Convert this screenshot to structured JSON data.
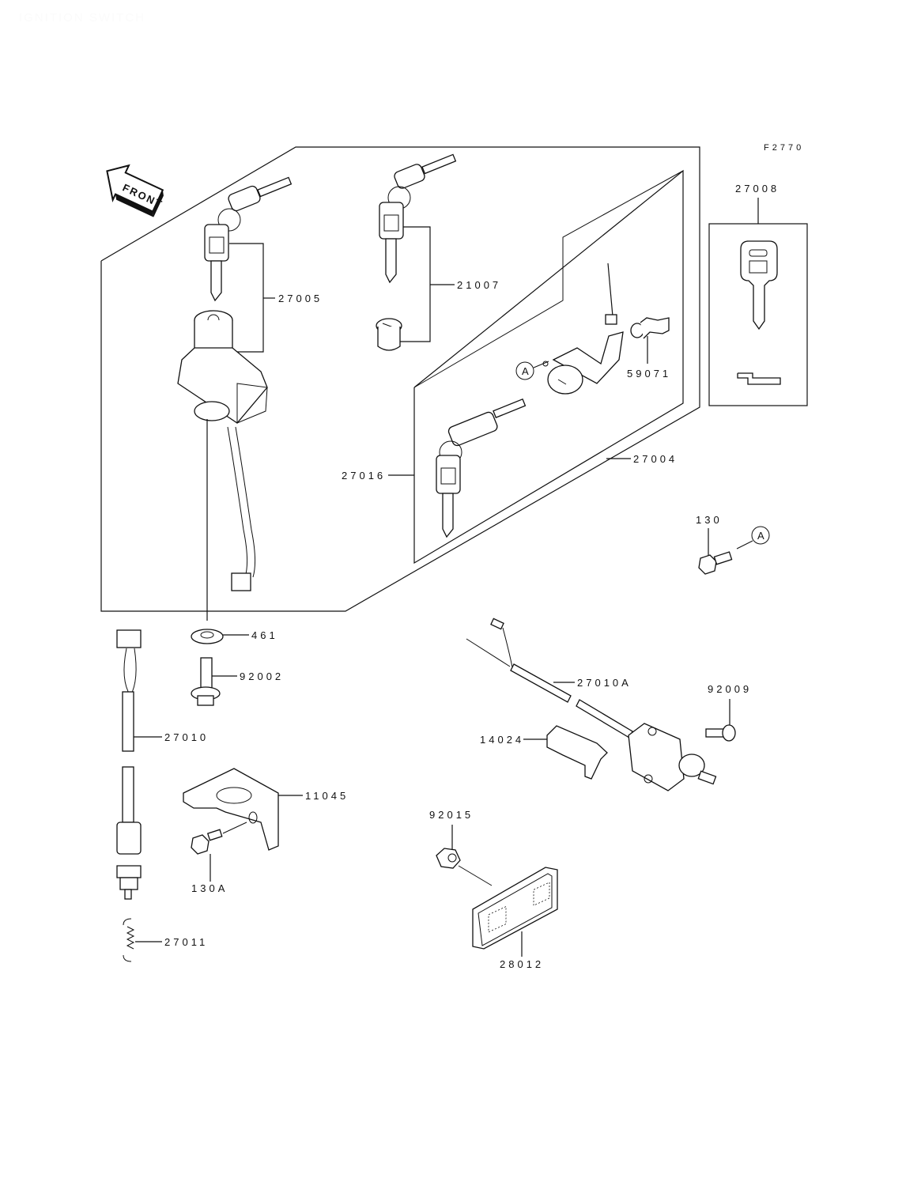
{
  "header": {
    "title": "IGNITION SWITCH",
    "figure_code": "F2770"
  },
  "direction_marker": {
    "label": "FRONT",
    "icon": "front-arrow-icon"
  },
  "callouts": {
    "p27005": "27005",
    "p21007": "21007",
    "p27008": "27008",
    "p59071": "59071",
    "p27016": "27016",
    "p27004": "27004",
    "p130": "130",
    "p461": "461",
    "p92002": "92002",
    "p27010": "27010",
    "p27010A": "27010A",
    "p92009": "92009",
    "p14024": "14024",
    "p11045": "11045",
    "p130A": "130A",
    "p92015": "92015",
    "p28012": "28012",
    "p27011": "27011",
    "refA1": "A",
    "refA2": "A"
  },
  "parts": [
    {
      "number": "27005",
      "depicts": "ignition switch with key set"
    },
    {
      "number": "21007",
      "depicts": "key set with seat lock cylinder"
    },
    {
      "number": "27008",
      "depicts": "blank key"
    },
    {
      "number": "59071",
      "depicts": "lock clip"
    },
    {
      "number": "27016",
      "depicts": "key set"
    },
    {
      "number": "27004",
      "depicts": "lock set"
    },
    {
      "number": "130",
      "depicts": "bolt"
    },
    {
      "number": "461",
      "depicts": "washer"
    },
    {
      "number": "92002",
      "depicts": "bolt"
    },
    {
      "number": "27010",
      "depicts": "switch lead"
    },
    {
      "number": "27010A",
      "depicts": "switch lead"
    },
    {
      "number": "92009",
      "depicts": "screw"
    },
    {
      "number": "14024",
      "depicts": "cover"
    },
    {
      "number": "11045",
      "depicts": "bracket"
    },
    {
      "number": "130A",
      "depicts": "bolt"
    },
    {
      "number": "92015",
      "depicts": "nut"
    },
    {
      "number": "28012",
      "depicts": "reflector"
    },
    {
      "number": "27011",
      "depicts": "spring"
    }
  ]
}
